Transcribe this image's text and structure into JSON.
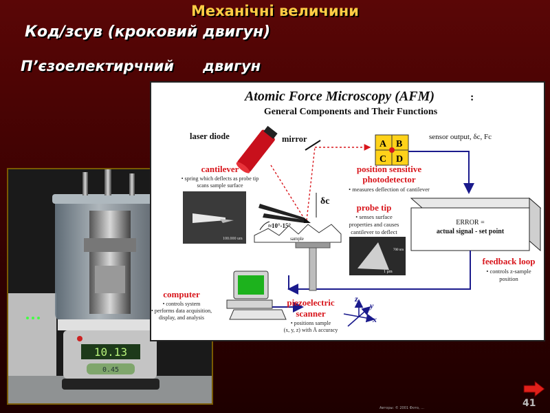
{
  "slide": {
    "title": "Механічні величини",
    "subtitle1": "Код/зсув (кроковий двигун)",
    "subtitle2_a": "П’єзоелектирчний",
    "subtitle2_b": "двигун",
    "page_number": "41",
    "footer": "Авторы: © 2001 Фото, ..."
  },
  "photo": {
    "display_value": "10.13",
    "display_secondary": "0.45"
  },
  "afm": {
    "title": "Atomic Force Microscopy (AFM)",
    "title_colon": ":",
    "subtitle": "General Components and Their Functions",
    "laser_diode": "laser diode",
    "mirror": "mirror",
    "sensor_output": "sensor output, δc, Fc",
    "quad": [
      "A",
      "B",
      "C",
      "D"
    ],
    "psd_title_1": "position sensitive",
    "psd_title_2": "photodetector",
    "psd_desc": "• measures deflection of cantilever",
    "cantilever_title": "cantilever",
    "cantilever_desc_1": "• spring which deflects as probe tip",
    "cantilever_desc_2": "scans sample surface",
    "scale_cantilever": "100.000 um",
    "delta_c": "δc",
    "angle": "≈10°-15°",
    "sample": "sample",
    "probe_title": "probe tip",
    "probe_desc_1": "• senses surface",
    "probe_desc_2": "properties and causes",
    "probe_desc_3": "cantilever to deflect",
    "scale_tip_1": "700 nm",
    "scale_tip_2": "1 µm",
    "error_1": "ERROR =",
    "error_2": "actual signal - set point",
    "feedback_title": "feedback loop",
    "feedback_desc_1": "• controls z-sample",
    "feedback_desc_2": "position",
    "computer_title": "computer",
    "computer_desc_1": "• controls system",
    "computer_desc_2": "• performs data acquisition,",
    "computer_desc_3": "display, and analysis",
    "piezo_title_1": "piezoelectric",
    "piezo_title_2": "scanner",
    "piezo_desc_1": "• positions sample",
    "piezo_desc_2": "(x, y, z) with Å accuracy",
    "axis_z": "z",
    "axis_y": "y",
    "axis_x": "x"
  },
  "colors": {
    "accent_title": "#ffcc44",
    "label_red": "#d8161c",
    "flow_blue": "#1a1a8c",
    "laser_red": "#c8101c",
    "quad_yellow": "#ffd21a"
  }
}
